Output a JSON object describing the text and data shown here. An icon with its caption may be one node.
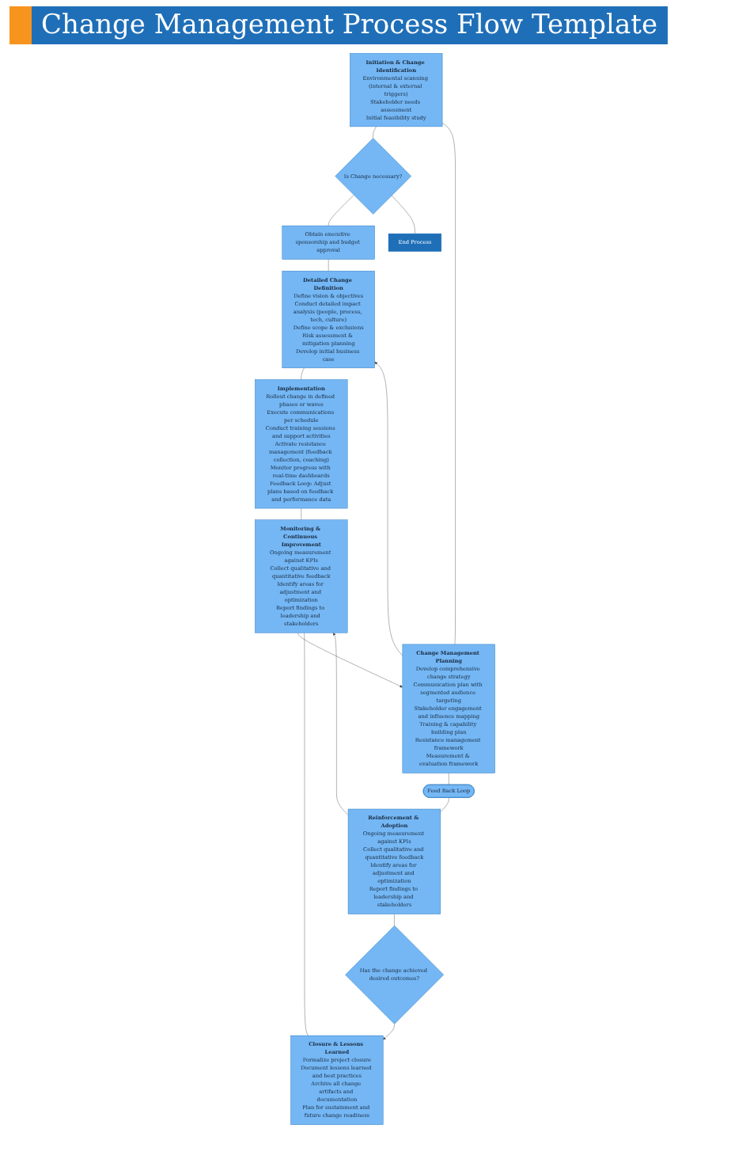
{
  "diagram": {
    "title": "Change Management Process Flow Template",
    "nodes": [
      {
        "text": [
          "Initiation & Change Identification",
          "Environmental scanning (internal & external triggers)",
          "Stakeholder needs assessment",
          "Initial feasibility study"
        ]
      },
      {
        "text": [
          "Is Change necessary?"
        ]
      },
      {
        "text": [
          "End Process"
        ]
      },
      {
        "text": [
          "Obtain executive sponsorship and budget approval"
        ]
      },
      {
        "text": [
          "Change Management Planning",
          "Develop comprehensive change strategy",
          "Communication plan with segmented audience targeting",
          "Stakeholder engagement and influence mapping",
          "Training & capability building plan",
          "Resistance management framework",
          "Measurement & evaluation framework"
        ]
      },
      {
        "text": [
          "Detailed Change Definition",
          "Define vision & objectives",
          "Conduct detailed impact analysis (people, process, tech, culture)",
          "Define scope & exclusions",
          "Risk assessment & mitigation planning",
          "Develop initial business case"
        ]
      },
      {
        "text": [
          "Implementation",
          "Rollout change in defined phases or waves",
          "Execute communications per schedule",
          "Conduct training sessions and support activities",
          "Activate resistance management (feedback collection, coaching)",
          "Monitor progress with real-time dashboards",
          "Feedback Loop: Adjust plans based on feedback and performance data"
        ]
      },
      {
        "text": [
          "Feed Back Loop"
        ]
      },
      {
        "text": [
          "Reinforcement & Adoption",
          "Ongoing measurement against KPIs",
          "Collect qualitative and quantitative feedback",
          "Identify areas for adjustment and optimization",
          "Report findings to leadership and stakeholders"
        ]
      },
      {
        "text": [
          "Monitoring & Continuous Improvement",
          "Ongoing measurement against KPIs",
          "Collect qualitative and quantitative feedback",
          "Identify areas for adjustment and optimization",
          "Report findings to leadership and stakeholders"
        ]
      },
      {
        "text": [
          "Has the change achieved desired outcomes?"
        ]
      },
      {
        "text": [
          "Closure & Lessons Learned",
          "Formalize project closure",
          "Document lessons learned and best practices",
          "Archive all change artifacts and documentation",
          "Plan for sustainment and future change readiness"
        ]
      }
    ],
    "edges": [
      {
        "from": 0,
        "to": 1,
        "arrow": "none"
      },
      {
        "from": 1,
        "to": 3,
        "arrow": "none"
      },
      {
        "from": 1,
        "to": 2,
        "arrow": "none"
      },
      {
        "from": 0,
        "to": 4,
        "arrow": "none"
      },
      {
        "from": 3,
        "to": 5,
        "arrow": "none"
      },
      {
        "from": 4,
        "to": 5,
        "arrow": "to"
      },
      {
        "from": 9,
        "to": 4,
        "arrow": "to"
      },
      {
        "from": 5,
        "to": 6,
        "arrow": "none"
      },
      {
        "from": 4,
        "to": 7,
        "arrow": "none"
      },
      {
        "from": 7,
        "to": 8,
        "arrow": "none"
      },
      {
        "from": 8,
        "to": 9,
        "arrow": "to"
      },
      {
        "from": 6,
        "to": 9,
        "arrow": "none"
      },
      {
        "from": 8,
        "to": 10,
        "arrow": "none"
      },
      {
        "from": 9,
        "to": 11,
        "arrow": "none"
      },
      {
        "from": 10,
        "to": 11,
        "arrow": "to"
      }
    ]
  }
}
